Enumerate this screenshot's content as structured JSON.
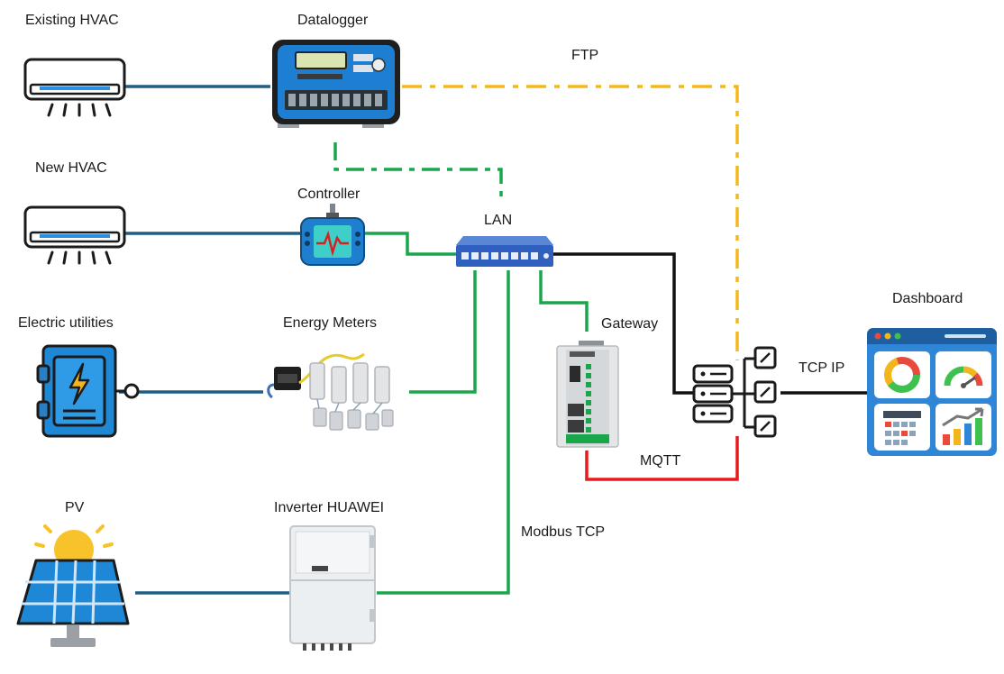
{
  "labels": {
    "existing_hvac": "Existing HVAC",
    "datalogger": "Datalogger",
    "ftp": "FTP",
    "new_hvac": "New HVAC",
    "controller": "Controller",
    "lan": "LAN",
    "electric_utilities": "Electric utilities",
    "energy_meters": "Energy Meters",
    "gateway": "Gateway",
    "dashboard": "Dashboard",
    "tcp_ip": "TCP IP",
    "mqtt": "MQTT",
    "pv": "PV",
    "inverter": "Inverter HUAWEI",
    "modbus_tcp": "Modbus TCP"
  },
  "colors": {
    "device_link": "#1f5f86",
    "lan_link": "#1aa64a",
    "ftp_link": "#f5b81c",
    "mqtt_link": "#e51c1c",
    "tcp_link": "#111111",
    "device_blue": "#1e88d6",
    "outline": "#1b1b1b"
  },
  "icons": {
    "existing_hvac": "air-conditioner-icon",
    "new_hvac": "air-conditioner-icon",
    "datalogger": "datalogger-icon",
    "controller": "controller-icon",
    "lan_switch": "network-switch-icon",
    "electric_utilities": "electrical-panel-icon",
    "energy_meters": "energy-meter-icon",
    "gateway": "gateway-icon",
    "server": "server-network-icon",
    "dashboard": "dashboard-icon",
    "pv": "solar-panel-icon",
    "inverter": "inverter-icon"
  }
}
